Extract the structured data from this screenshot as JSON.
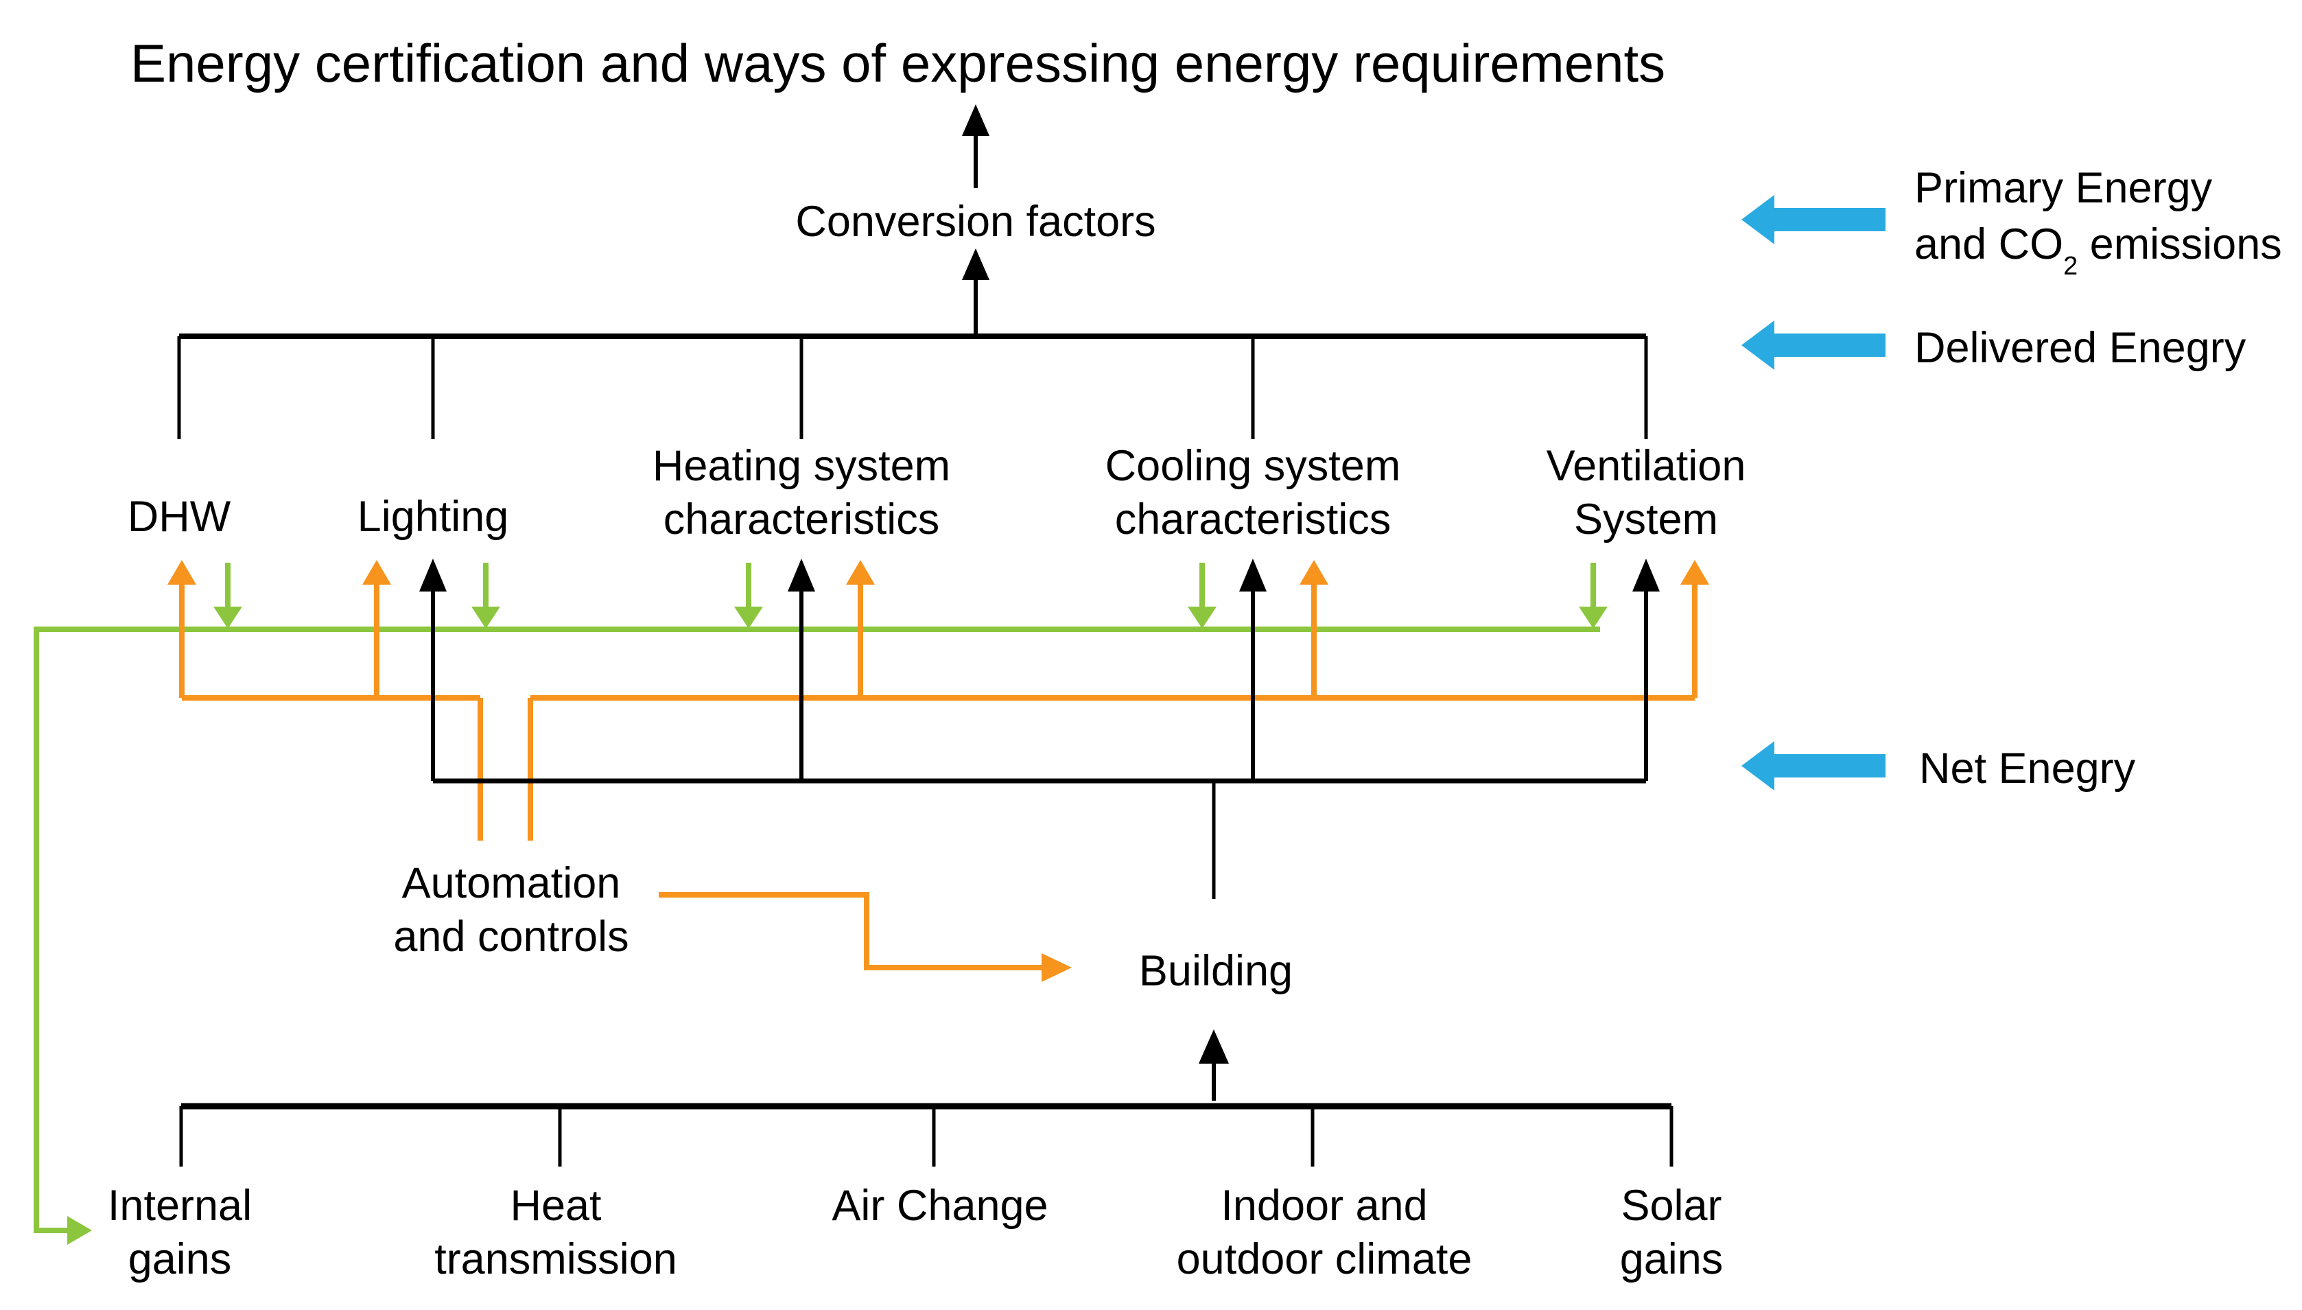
{
  "title": "Energy certification and ways of expressing energy requirements",
  "conversion_factors_label": "Conversion factors",
  "systems": {
    "dhw": [
      "DHW"
    ],
    "lighting": [
      "Lighting"
    ],
    "heating": [
      "Heating system",
      "characteristics"
    ],
    "cooling": [
      "Cooling system",
      "characteristics"
    ],
    "ventilation": [
      "Ventilation",
      "System"
    ]
  },
  "automation": [
    "Automation",
    "and controls"
  ],
  "building_label": "Building",
  "inputs": {
    "internal_gains": [
      "Internal",
      "gains"
    ],
    "heat_transmission": [
      "Heat",
      "transmission"
    ],
    "air_change": [
      "Air Change"
    ],
    "indoor_outdoor_climate": [
      "Indoor and",
      "outdoor climate"
    ],
    "solar_gains": [
      "Solar",
      "gains"
    ]
  },
  "legend": {
    "primary": {
      "line1": "Primary Energy",
      "line2_pre": "and CO",
      "line2_sub": "2",
      "line2_post": " emissions"
    },
    "delivered": "Delivered Enegry",
    "net": "Net Enegry"
  },
  "colors": {
    "legend_arrow_blue": "#29ABE2",
    "gains_bus_green": "#8CC63F",
    "controls_bus_orange": "#F7941E",
    "line_black": "#000000",
    "background": "#FFFFFF"
  }
}
